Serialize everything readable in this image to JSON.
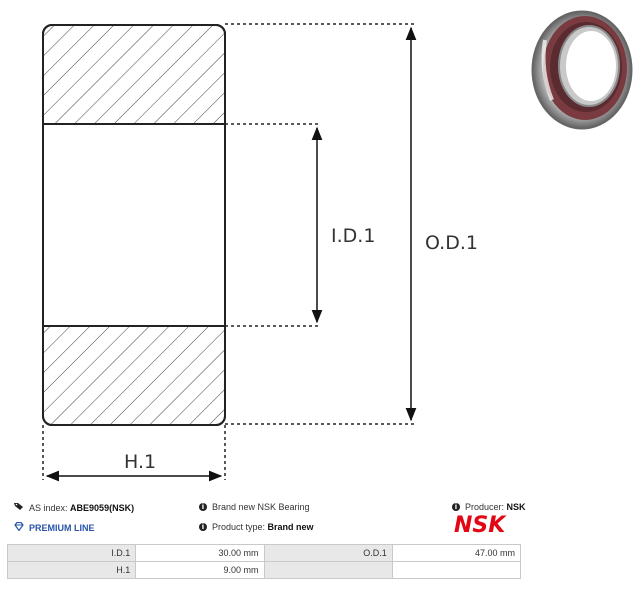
{
  "diagram": {
    "id_label": "I.D.1",
    "od_label": "O.D.1",
    "h_label": "H.1"
  },
  "info": {
    "as_index_label": "AS index:",
    "as_index_value": "ABE9059(NSK)",
    "premium": "PREMIUM LINE",
    "condition": "Brand new NSK Bearing",
    "product_type_label": "Product type:",
    "product_type_value": "Brand new",
    "producer_label": "Producer:",
    "producer_value": "NSK",
    "brand_logo": "NSK"
  },
  "specs": {
    "rows": [
      {
        "k1": "I.D.1",
        "v1": "30.00 mm",
        "k2": "O.D.1",
        "v2": "47.00 mm"
      },
      {
        "k1": "H.1",
        "v1": "9.00 mm",
        "k2": "",
        "v2": ""
      }
    ]
  },
  "colors": {
    "brand_red": "#e30613",
    "premium_blue": "#2a56a8",
    "bearing_seal": "#7a3b40"
  }
}
